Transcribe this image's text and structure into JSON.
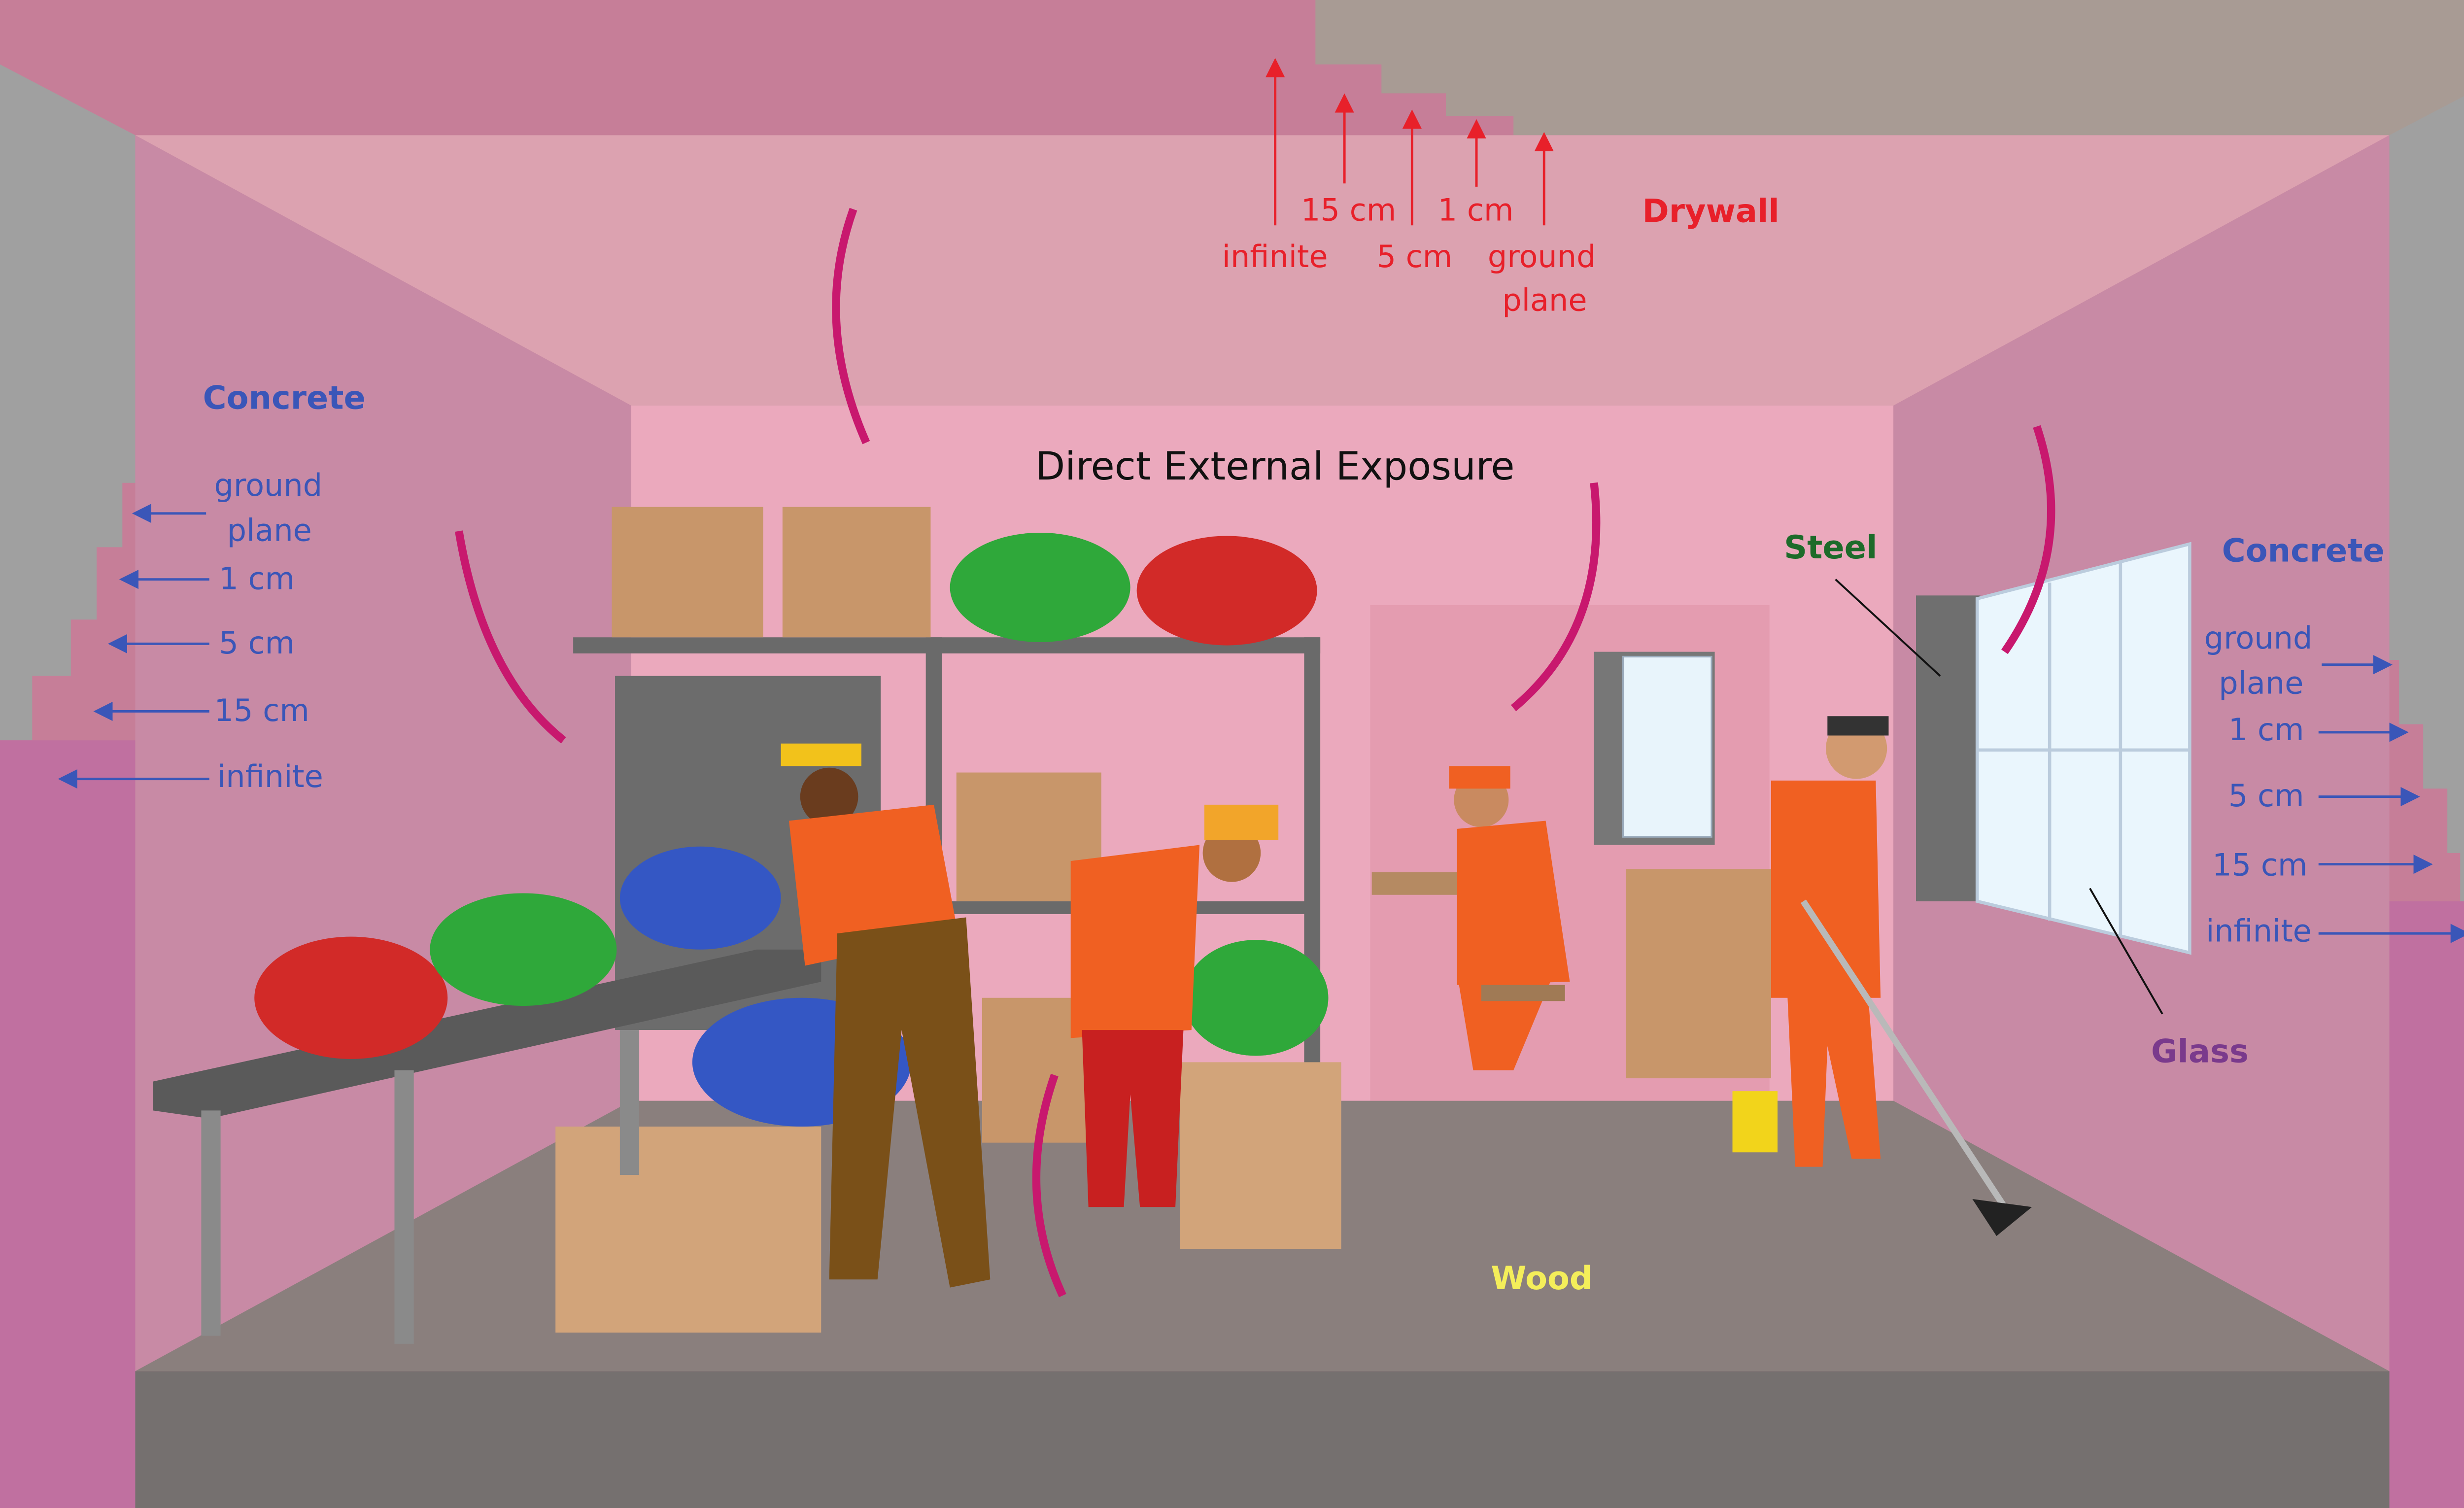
{
  "title": "Direct External Exposure",
  "ceiling": {
    "material": "Drywall",
    "labels": [
      "15 cm",
      "1 cm",
      "infinite",
      "5 cm",
      "ground",
      "plane"
    ]
  },
  "left_wall": {
    "material": "Concrete",
    "labels": [
      "ground",
      "plane",
      "1 cm",
      "5 cm",
      "15 cm",
      "infinite"
    ]
  },
  "right_wall": {
    "material": "Concrete",
    "labels": [
      "ground",
      "plane",
      "1 cm",
      "5 cm",
      "15 cm",
      "infinite"
    ]
  },
  "fixtures": {
    "steel": "Steel",
    "glass": "Glass"
  },
  "floor": {
    "material": "Wood"
  },
  "colors": {
    "ceiling_label": "#e8202a",
    "wall_label": "#3a56b8",
    "steel_label": "#1d6b2a",
    "glass_label": "#7a3a8c",
    "wood_label": "#f4ee5a",
    "arrow": "#c8186e"
  }
}
